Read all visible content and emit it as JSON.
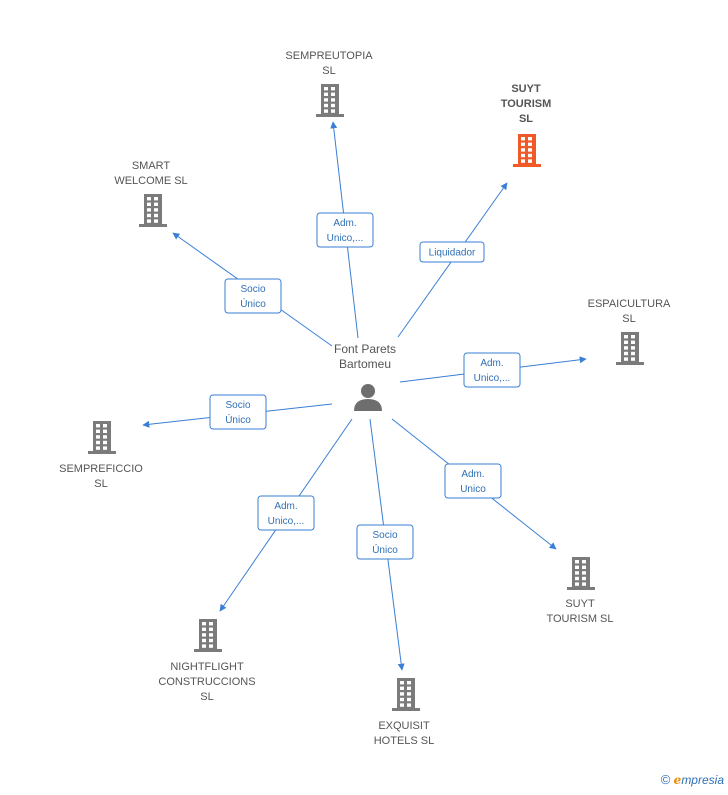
{
  "center": {
    "label_lines": [
      "Font Parets",
      "Bartomeu"
    ]
  },
  "nodes": [
    {
      "id": "sempreutopia",
      "label_lines": [
        "SEMPREUTOPIA",
        "SL"
      ],
      "highlight": false
    },
    {
      "id": "suyt-tourism-top",
      "label_lines": [
        "SUYT",
        "TOURISM",
        "SL"
      ],
      "highlight": true
    },
    {
      "id": "smart-welcome",
      "label_lines": [
        "SMART",
        "WELCOME  SL"
      ],
      "highlight": false
    },
    {
      "id": "espaicultura",
      "label_lines": [
        "ESPAICULTURA",
        "SL"
      ],
      "highlight": false
    },
    {
      "id": "sempreficcio",
      "label_lines": [
        "SEMPREFICCIO",
        "SL"
      ],
      "highlight": false
    },
    {
      "id": "suyt-tourism-bottom",
      "label_lines": [
        "SUYT",
        "TOURISM SL"
      ],
      "highlight": false
    },
    {
      "id": "nightflight",
      "label_lines": [
        "NIGHTFLIGHT",
        "CONSTRUCCIONS",
        "SL"
      ],
      "highlight": false
    },
    {
      "id": "exquisit",
      "label_lines": [
        "EXQUISIT",
        "HOTELS  SL"
      ],
      "highlight": false
    }
  ],
  "edges": [
    {
      "to": "sempreutopia",
      "label_lines": [
        "Adm.",
        "Unico,..."
      ]
    },
    {
      "to": "suyt-tourism-top",
      "label_lines": [
        "Liquidador"
      ]
    },
    {
      "to": "smart-welcome",
      "label_lines": [
        "Socio",
        "Único"
      ]
    },
    {
      "to": "espaicultura",
      "label_lines": [
        "Adm.",
        "Unico,..."
      ]
    },
    {
      "to": "sempreficcio",
      "label_lines": [
        "Socio",
        "Único"
      ]
    },
    {
      "to": "suyt-tourism-bottom",
      "label_lines": [
        "Adm.",
        "Unico"
      ]
    },
    {
      "to": "nightflight",
      "label_lines": [
        "Adm.",
        "Unico,..."
      ]
    },
    {
      "to": "exquisit",
      "label_lines": [
        "Socio",
        "Único"
      ]
    }
  ],
  "colors": {
    "edge": "#3a7fd5",
    "building": "#7b7b7b",
    "building_highlight": "#f05a28",
    "person": "#6e6e6e"
  },
  "icons": {
    "company": "building-icon",
    "person": "person-icon"
  },
  "footer": {
    "copyright": "©",
    "brand_e": "e",
    "brand_rest": "mpresia"
  }
}
